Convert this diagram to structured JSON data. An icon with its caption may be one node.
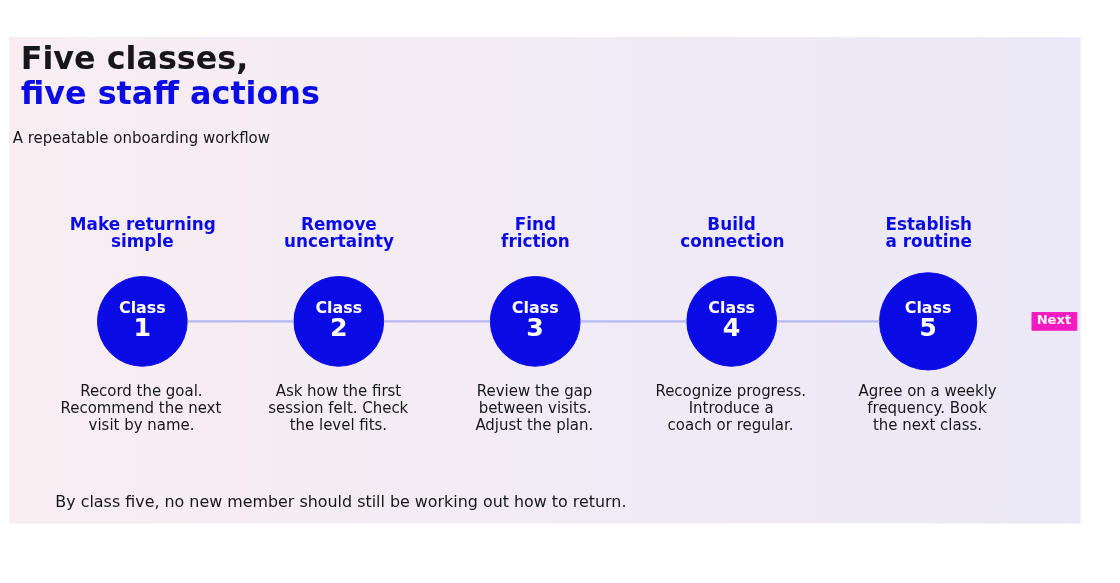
{
  "diagram": {
    "title": "Five classes, five staff actions",
    "caption": "By class five, no new member should still be working out how to return.",
    "nodes": [
      {
        "text": [
          "Make returning simple",
          "Class 1"
        ],
        "beside": [
          "Record the goal. Recommend the next visit by name."
        ]
      },
      {
        "text": [
          "Remove uncertainty",
          "Class 2"
        ],
        "beside": [
          "Ask how the first session felt. Check the level fits."
        ]
      },
      {
        "text": [
          "Find friction",
          "Class 3"
        ],
        "beside": [
          "Review the gap between visits. Adjust the plan."
        ]
      },
      {
        "text": [
          "Build connection",
          "Class 4"
        ],
        "beside": [
          "Recognize progress. Introduce a coach or regular."
        ]
      },
      {
        "text": [
          "Establish a routine",
          "Class 5"
        ],
        "beside": [
          "Agree on a weekly frequency. Book the next class."
        ]
      },
      {
        "text": [
          "Next"
        ]
      }
    ],
    "edges": [
      {
        "from": 0,
        "to": 1,
        "arrow": "none"
      },
      {
        "from": 1,
        "to": 2,
        "arrow": "none"
      },
      {
        "from": 2,
        "to": 3,
        "arrow": "none"
      },
      {
        "from": 3,
        "to": 4,
        "arrow": "none"
      }
    ],
    "labels": [
      "A repeatable onboarding workflow"
    ]
  }
}
